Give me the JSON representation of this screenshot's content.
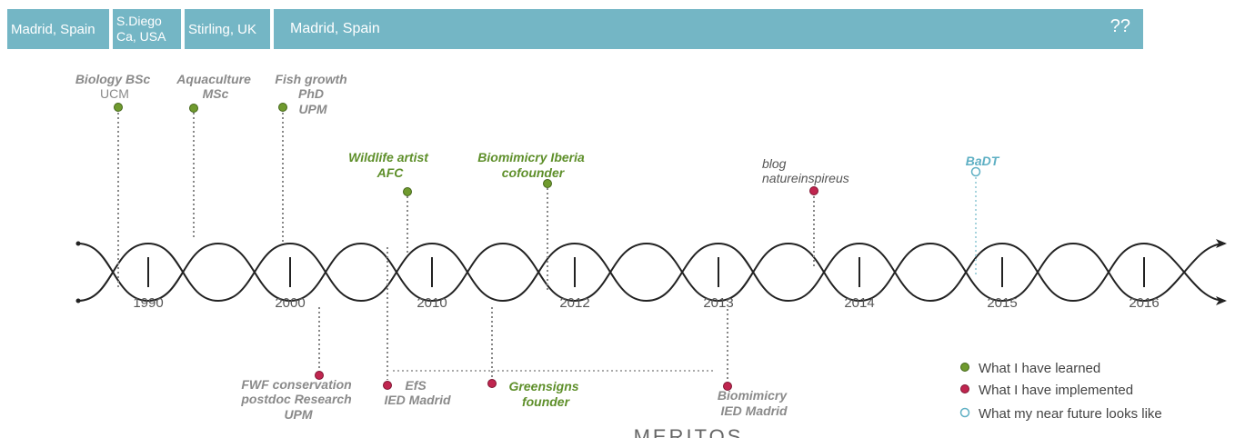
{
  "locations": [
    {
      "label": "Madrid, Spain"
    },
    {
      "line1": "S.Diego",
      "line2": "Ca, USA"
    },
    {
      "label": "Stirling, UK"
    },
    {
      "label": "Madrid, Spain",
      "trailing": "??"
    }
  ],
  "years": [
    "1990",
    "2000",
    "2010",
    "2012",
    "2013",
    "2014",
    "2015",
    "2016"
  ],
  "events": [
    {
      "id": "biology",
      "lines": [
        "Biology BSc",
        "UCM"
      ],
      "kind": "learned"
    },
    {
      "id": "aquaculture",
      "lines": [
        "Aquaculture",
        "MSc"
      ],
      "kind": "learned"
    },
    {
      "id": "fish",
      "lines": [
        "Fish growth",
        "PhD",
        "UPM"
      ],
      "kind": "learned"
    },
    {
      "id": "wildlife",
      "lines": [
        "Wildlife artist",
        "AFC"
      ],
      "kind": "learned"
    },
    {
      "id": "biomimicry-iberia",
      "lines": [
        "Biomimicry Iberia",
        "cofounder"
      ],
      "kind": "learned"
    },
    {
      "id": "blog",
      "lines": [
        "blog",
        "natureinspireus"
      ],
      "kind": "implemented"
    },
    {
      "id": "badt",
      "lines": [
        "BaDT"
      ],
      "kind": "future"
    },
    {
      "id": "fwf",
      "lines": [
        "FWF conservation",
        "postdoc Research",
        "UPM"
      ],
      "kind": "implemented"
    },
    {
      "id": "efs",
      "lines": [
        "EfS",
        "IED Madrid"
      ],
      "kind": "implemented"
    },
    {
      "id": "greensigns",
      "lines": [
        "Greensigns",
        "founder"
      ],
      "kind": "implemented"
    },
    {
      "id": "biomimicry-ied",
      "lines": [
        "Biomimicry",
        "IED Madrid"
      ],
      "kind": "implemented"
    }
  ],
  "legend": [
    {
      "kind": "learned",
      "label": "What I have learned"
    },
    {
      "kind": "implemented",
      "label": "What I have implemented"
    },
    {
      "kind": "future",
      "label": "What my near future looks like"
    }
  ],
  "footer_text": "MERITOS",
  "colors": {
    "location_bar": "#74b6c5",
    "learned": "#6f9a2e",
    "implemented": "#c0254f",
    "future": "#5fb0c4",
    "gray_text": "#8a8a8a",
    "green_text": "#5e8f2a",
    "blue_text": "#5fb0c4",
    "line": "#222222"
  }
}
